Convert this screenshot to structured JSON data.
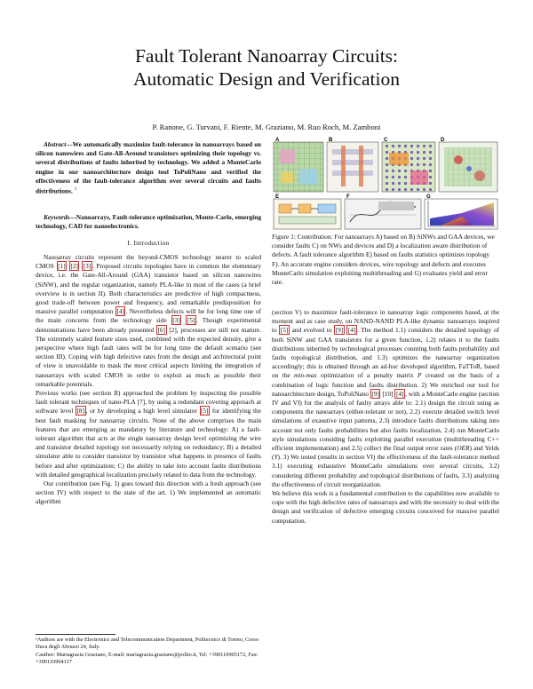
{
  "title_line1": "Fault Tolerant Nanoarray Circuits:",
  "title_line2": "Automatic Design and Verification",
  "authors": "P. Ranone, G. Turvani, F. Riente, M. Graziano, M. Ruo Roch, M. Zamboni",
  "abstract_lead": "Abstract",
  "abstract_body": "—We automatically maximize fault-tolerance in nanoarrays based on silicon nanowires and Gate-All-Around transistors optimizing their topology vs. several distributions of faults inherited by technology. We added a MonteCarlo engine in our nanoarchitecture design tool ToPoliNano and verified the effectiveness of the fault-tolerance algorithm over several circuits and faults distributions.",
  "abstract_mark": "1",
  "keywords_lead": "Keywords",
  "keywords_body": "—Nanoarrays, Fault-tolerance optimization, Monte-Carlo, emerging technology, CAD for nanoelectronics.",
  "section_heading": "I.  Introduction",
  "left": {
    "p1a": "Nanoarray circuits represent the beyond-CMOS technology nearer to scaled CMOS",
    "c1": "[1]",
    "c2": "[2]",
    "c3": "[3]",
    "p1b": ". Proposed circuits topologies have in common the elementary device, i.e. the Gate-All-Around (GAA) transistor based on silicon nanowires (SiNW), and the regular organization, namely PLA-like in most of the cases (a brief overview is in section II). Both characteristics are predictive of high compactness, good trade-off between power and frequency, and remarkable predisposition for massive parallel computation",
    "c4": "[4]",
    "p1c": ". Nevertheless defects will be for long time one of the main concerns from the technology side",
    "c5": "[3]",
    "c6": "[5]",
    "p1d": ". Though experimental demonstrations have been already presented",
    "c7": "[6]",
    "p1e": "[2], processes are still not mature. The extremely scaled feature sizes used, combined with the expected density, give a perspective where high fault rates will be for long time the default scenario (see section III). Coping with high defective rates from the design and architectural point of view is unavoidable to mask the most critical aspects limiting the integration of nanoarrays with scaled CMOS in order to exploit as much as possible their remarkable potentials.",
    "p2a": "Previous works (see section II) approached the problem by inspecting the possible fault tolerant techniques of nano-PLA [7], by using a redundant covering approach at software level",
    "c8": "[8]",
    "p2b": ", or by developing a high level simulator",
    "c9": "[5]",
    "p2c": "for identifying the best fault masking for nanoarray circuits. None of the above comprises the main features that are emerging as mandatory by literature and technology: A) a fault-tolerant algorithm that acts at the single nanoarray design level optimizing the wire and transistor detailed topology not necessarily relying on redundancy; B) a detailed simulator able to consider transistor by transistor what happens in presence of faults before and after optimization; C) the ability to take into account faults distributions with detailed geographical localization precisely related to data from the technology.",
    "p3": "Our contribution (see Fig. 1) goes toward this direction with a fresh approach (see section IV) with respect to the state of the art. 1) We implemented an automatic algorithm"
  },
  "footnote": {
    "line1": "¹Authors are with the Electronics and Telecommunication Department, Politecnico di Torino, Corso Duca degli Abruzzi 24, Italy.",
    "line2": "Cauthor: Mariagrazia Graziano, E-mail: mariagrazia.graziano@polito.it, Tel: +390110905172, Fax: +390110904117"
  },
  "figure": {
    "panel_labels": [
      "A",
      "B",
      "C",
      "D",
      "E",
      "F",
      "G"
    ],
    "caption": "Figure 1: Contribution: For nanoarrays A) based on B) SiNWs and GAA devices, we consider faults C) on NWs and devices and D) a localization aware distribution of defects. A fault tolerance algorithm E) based on faults statistics optimizes topology F). An accurate engine considers devices, wire topology and defects and executes MonteCarlo simulation exploiting multithreading and G) evaluates yield and error rate."
  },
  "right": {
    "r1a": "(section V) to maximize fault-tolerance in nanoarray logic components based, at the moment and as case study, on NAND-NAND PLA-like dynamic nanoarrays inspired to",
    "c1": "[5]",
    "r1b": "and evolved to",
    "c2": "[9]",
    "c3": "[4]",
    "r1c": ". The method 1.1) considers the detailed topology of both SiNW and GAA transistors for a given function, 1.2) relates it to the faults distributions inherited by technological processes counting both faults probability and faults topological distribution, and 1.3) optimizes the nanoarray organization accordingly; this is obtained through an ad-hoc developed algorithm, FaTToR, based on the",
    "minmax": "min-max",
    "r1d": "optimization of a penalty matrix",
    "pvar": "P",
    "r1e": "created on the basis of a combination of logic function and faults distribution. 2) We enriched our tool for nanoarchitecture design, ToPoliNano",
    "c4": "[9]",
    "r1f": "[10]",
    "c5": "[4]",
    "r1g": ", with a MonteCarlo engine (section IV and VI) for the analysis of faulty arrays able to: 2.1) design the circuit using as components the nanoarrays (either-tolerant or not), 2.2) execute detailed switch level simulations of exaustive input patterns, 2.3) introduce faults distributions taking into account not only faults probabilities but also faults localization, 2.4) run MonteCarlo style simulations considing faults exploiting parallel execution (multithreading C++ efficient implementation) and 2.5) collect the final output error rates (",
    "oer": "OER",
    "r1h": ") and Yelds (",
    "yv": "Y",
    "r1i": "). 3) We tested (results in section VI) the effectiveness of the fault-tolerance method 3.1) executing exhaustive MonteCarlo simulations over several circuits, 3.2) considering different probability and topological distributions of faults, 3.3) analyzing the effectiveness of circuit reorganization.",
    "r2": "We believe this work is a fundamental contribution to the capabilities now available to cope with the high defective rates of nanoarrays and with the necessity to deal with the design and verification of defective emerging circuits conceived for massive parallel computation."
  }
}
